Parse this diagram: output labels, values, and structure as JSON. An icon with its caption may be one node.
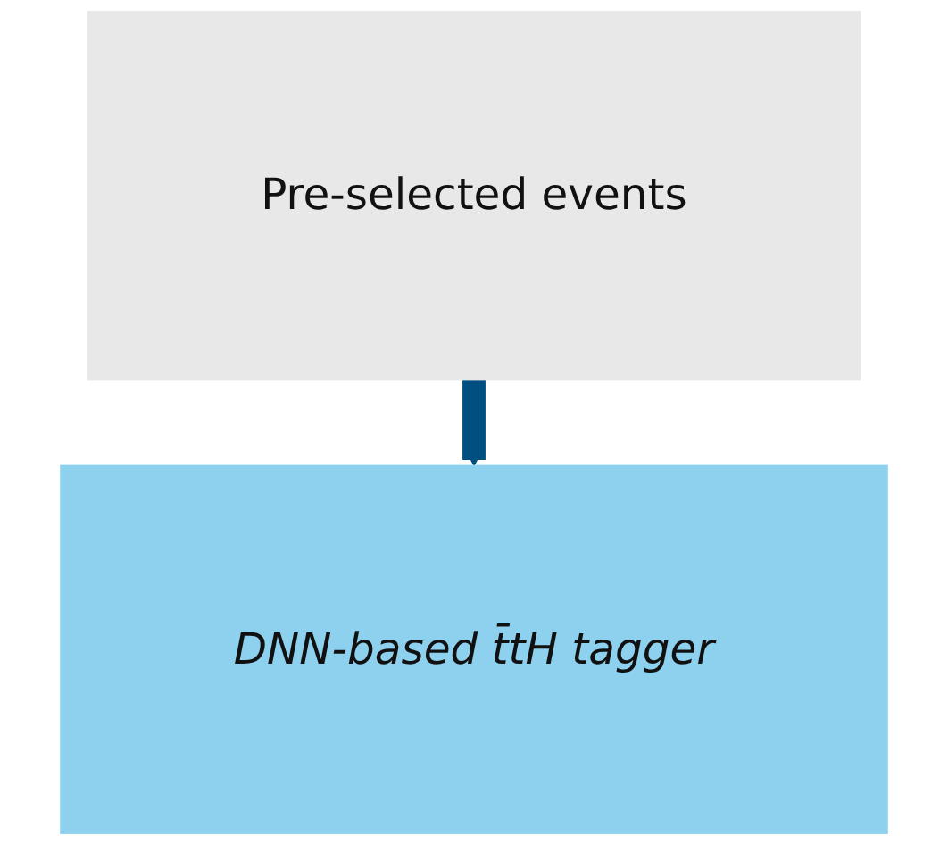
{
  "diagram": {
    "nodes": [
      {
        "text": [
          "Pre-selected events"
        ]
      },
      {
        "text": [
          "DNN-based t̄tH tagger"
        ]
      }
    ],
    "edges": [
      {
        "from": 0,
        "to": 1,
        "arrow": "to",
        "color": "#004f80"
      }
    ]
  }
}
